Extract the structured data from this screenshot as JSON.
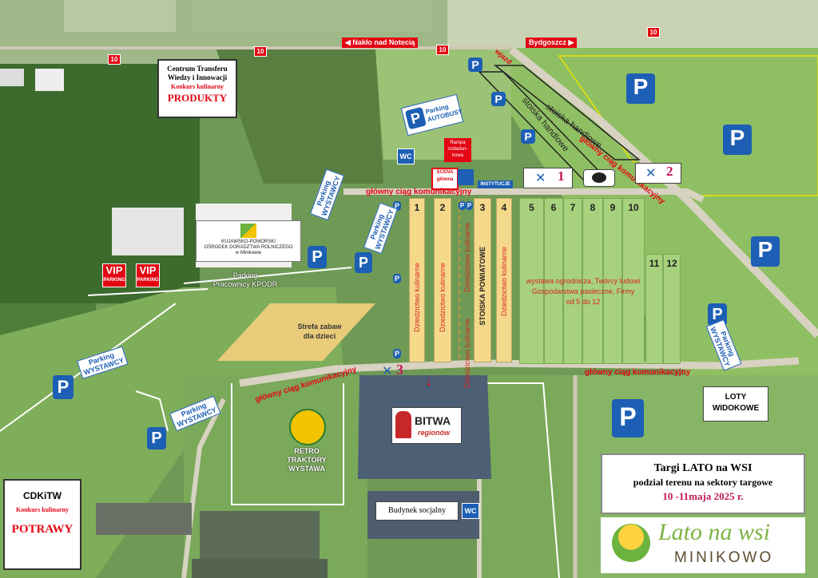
{
  "roads": {
    "nakło": "Nakło nad Notecią",
    "bydgoszcz": "Bydgoszcz",
    "route_number": "10",
    "wjazd": "wjazd"
  },
  "centrum": {
    "line1": "Centrum Transferu",
    "line2": "Wiedzy i Innowacji",
    "contest": "Konkurs kulinarny",
    "category": "PRODUKTY"
  },
  "parking_buses": {
    "line1": "Parking",
    "line2": "AUTOBUSY"
  },
  "wc": "WC",
  "rampa": {
    "line1": "Rampa",
    "line2": "rozładun-",
    "line3": "kowa"
  },
  "scena": {
    "line1": "SCENA",
    "line2": "główna"
  },
  "instytucje": "INSTYTUCJE",
  "stoiska": {
    "handlowe1": "stoiska handlowe",
    "handlowe2": "stoiska handlowe"
  },
  "glowny_ciag": "główny ciąg komunikacyjny",
  "kpodr": {
    "line1": "KUJAWSKO-POMORSKI",
    "line2": "OŚRODEK DORADZTWA ROLNICZEGO",
    "line3": "w Minikowie",
    "parking_line1": "Parking",
    "parking_line2": "Pracownicy KPODR"
  },
  "parking_wystawcy": {
    "line1": "Parking",
    "line2": "WYSTAWCY"
  },
  "vip": {
    "label": "VIP",
    "sub": "PARKING"
  },
  "strefa": {
    "line1": "Strefa zabaw",
    "line2": "dla dzieci"
  },
  "sectors": {
    "yellow": [
      {
        "num": "1",
        "text": "Dziedzictwo kulinarne"
      },
      {
        "num": "2",
        "text": "Dziedzictwo kulinarne"
      },
      {
        "num": "3",
        "text": "STOISKA POWIATOWE"
      },
      {
        "num": "4",
        "text": "Dziedzictwo kulinarne"
      }
    ],
    "green": [
      "5",
      "6",
      "7",
      "8",
      "9",
      "10"
    ],
    "extra": [
      "11",
      "12"
    ],
    "sector3_extra": "Dziedzictwo kulinarne",
    "green_text": {
      "line1": "wystawa ogrodnicza, Twórcy ludowi",
      "line2": "Gospodarstwa pasieczne, Firmy",
      "line3": "od 5 do 12"
    }
  },
  "food": {
    "n1": "1",
    "n2": "2",
    "n3": "3"
  },
  "bitwa": {
    "title": "BITWA",
    "sub": "regionów"
  },
  "retro": {
    "line1": "RETRO",
    "line2": "TRAKTORY",
    "line3": "WYSTAWA"
  },
  "budynek": "Budynek socjalny",
  "loty": {
    "line1": "LOTY",
    "line2": "WIDOKOWE"
  },
  "cdkitw": {
    "title": "CDKiTW",
    "contest": "Konkurs kulinarny",
    "category": "POTRAWY"
  },
  "targi": {
    "line1": "Targi LATO na WSI",
    "line2": "podział terenu na sektory targowe",
    "line3": "10 -11maja 2025 r."
  },
  "logo": {
    "line1": "Lato na wsi",
    "line2": "MINIKOWO"
  },
  "p": "P",
  "colors": {
    "red": "#e30613",
    "blue": "#1d5fb4",
    "yellow_sector": "#f5d98a",
    "green_sector": "#a7d17c"
  }
}
